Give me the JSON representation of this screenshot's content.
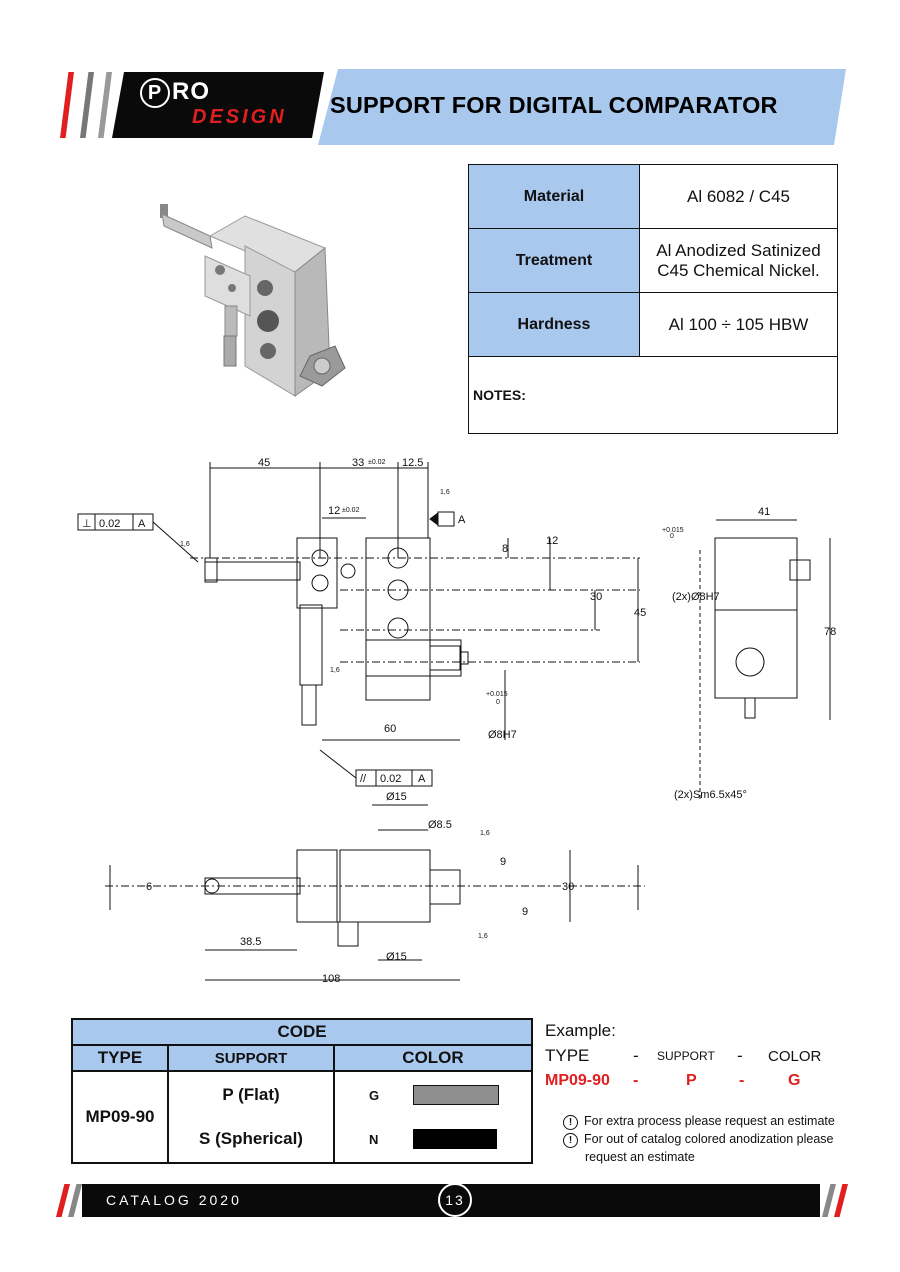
{
  "header": {
    "title": "SUPPORT FOR DIGITAL COMPARATOR",
    "logo_pro": "PRO",
    "logo_design": "DESIGN",
    "colors": {
      "accent_blue": "#a9c8ee",
      "brand_red": "#e02020",
      "black": "#0a0a0a"
    }
  },
  "specs": [
    {
      "label": "Material",
      "value": "Al 6082 / C45"
    },
    {
      "label": "Treatment",
      "value_lines": [
        "Al Anodized Satinized",
        "C45 Chemical Nickel."
      ]
    },
    {
      "label": "Hardness",
      "value": "Al 100 ÷ 105 HBW"
    }
  ],
  "notes_label": "NOTES:",
  "drawing": {
    "dims": {
      "d45_top": "45",
      "d33": "33",
      "tol_002": "±0.02",
      "d12_5": "12.5",
      "rough_1_6": "1,6",
      "datum_a": "A",
      "gtol_perp": "⊥",
      "gtol_val": "0.02",
      "gtol_par": "//",
      "d12": "12",
      "d8": "8",
      "d12_vert": "12",
      "d30": "30",
      "d45_vert": "45",
      "d60": "60",
      "d8h7": "Ø8H7",
      "tol_h7": "+0.015",
      "tol_h7_zero": "0",
      "d41": "41",
      "d78": "78",
      "d2x8h7": "(2x)Ø8H7",
      "d2xsm": "(2x)Sm6.5x45°",
      "d15_top": "Ø15",
      "d8_5": "Ø8.5",
      "d6": "6",
      "d9_top": "9",
      "d30_b": "30",
      "d9_bot": "9",
      "d38_5": "38.5",
      "d15_bot": "Ø15",
      "d108": "108"
    }
  },
  "code_table": {
    "title": "CODE",
    "headers": [
      "TYPE",
      "SUPPORT",
      "COLOR"
    ],
    "type": "MP09-90",
    "supports": [
      "P (Flat)",
      "S (Spherical)"
    ],
    "colors": [
      {
        "code": "G",
        "swatch": "#8f8f8f"
      },
      {
        "code": "N",
        "swatch": "#000000"
      }
    ]
  },
  "example": {
    "label": "Example:",
    "headers": [
      "TYPE",
      "-",
      "SUPPORT",
      "-",
      "COLOR"
    ],
    "values": [
      "MP09-90",
      "-",
      "P",
      "-",
      "G"
    ],
    "notes": [
      "For extra process please request an estimate",
      "For out of catalog colored anodization please",
      "request an estimate"
    ],
    "warn_icon": "!"
  },
  "footer": {
    "catalog": "CATALOG 2020",
    "page": "13"
  }
}
